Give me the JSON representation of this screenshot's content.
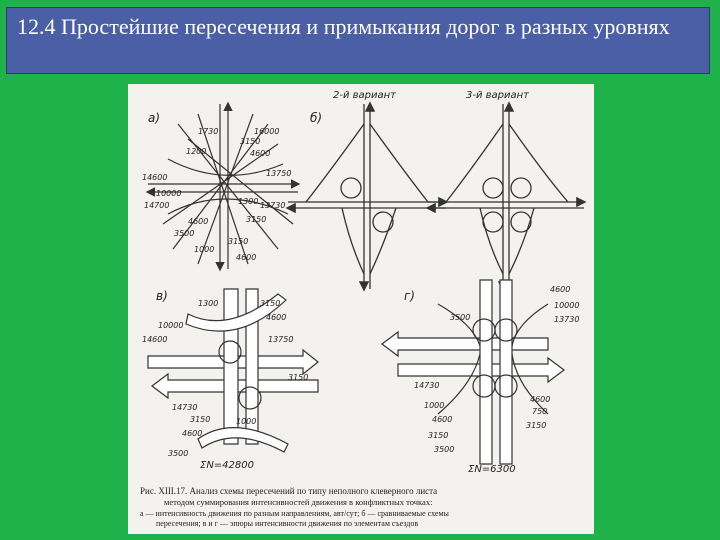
{
  "slide": {
    "title": "12.4 Простейшие пересечения и примыкания дорог в разных уровнях"
  },
  "figure": {
    "panel_labels": {
      "a": "а)",
      "b": "б)",
      "v": "в)",
      "g": "г)"
    },
    "variant_labels": {
      "v2": "2-й вариант",
      "v3": "3-й вариант"
    },
    "panel_a_numbers": [
      "14600",
      "1200",
      "1730",
      "10000",
      "14700",
      "3150",
      "4600",
      "16000",
      "13750",
      "13730",
      "1300",
      "3150",
      "4600",
      "3500",
      "1000",
      "3150",
      "4600"
    ],
    "panel_v_numbers": [
      "1300",
      "3150",
      "4600",
      "10000",
      "14600",
      "13750",
      "14730",
      "3150",
      "4600",
      "3500",
      "1000",
      "3150"
    ],
    "panel_v_sum": "ΣN=42800",
    "panel_g_numbers": [
      "4600",
      "10000",
      "13730",
      "3500",
      "14730",
      "1000",
      "4600",
      "3150",
      "3500",
      "4600",
      "750",
      "3150"
    ],
    "panel_g_sum": "ΣN=6300",
    "caption_line1": "Рис. XIII.17. Анализ схемы пересечений по типу неполного клеверного листа",
    "caption_line2": "методом суммирования интенсивностей движения в конфликтных точках:",
    "caption_line3": "а — интенсивность движения по разным направлениям, авт/сут; б — сравниваемые схемы",
    "caption_line4": "пересечения; в и г — эпюры интенсивности движения по элементам съездов"
  }
}
